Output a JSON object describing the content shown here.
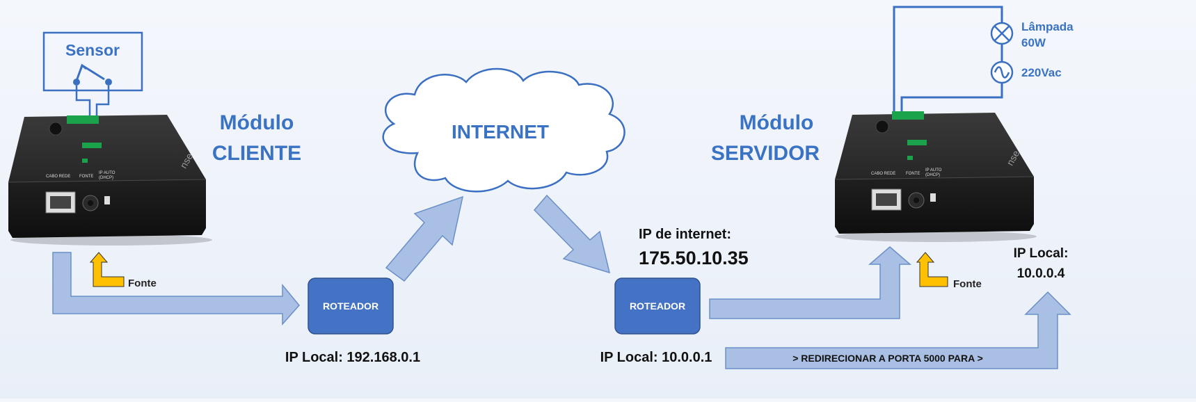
{
  "sensor": {
    "label": "Sensor"
  },
  "client_module": {
    "title_line1": "Módulo",
    "title_line2": "CLIENTE",
    "panel_labels": {
      "cabo_rede": "CABO REDE",
      "fonte": "FONTE",
      "ip_auto_1": "IP AUTO",
      "ip_auto_2": "(DHCP)",
      "brand": "nse"
    },
    "power_label": "Fonte"
  },
  "internet": {
    "label": "INTERNET"
  },
  "router_left": {
    "label": "ROTEADOR",
    "ip_label": "IP Local: 192.168.0.1"
  },
  "router_right": {
    "label": "ROTEADOR",
    "ip_label": "IP Local: 10.0.0.1",
    "internet_ip_title": "IP de internet:",
    "internet_ip_value": "175.50.10.35"
  },
  "server_module": {
    "title_line1": "Módulo",
    "title_line2": "SERVIDOR",
    "panel_labels": {
      "cabo_rede": "CABO REDE",
      "fonte": "FONTE",
      "ip_auto_1": "IP AUTO",
      "ip_auto_2": "(DHCP)",
      "brand": "nse"
    },
    "power_label": "Fonte",
    "ip_title": "IP Local:",
    "ip_value": "10.0.0.4"
  },
  "load_circuit": {
    "lamp_line1": "Lâmpada",
    "lamp_line2": "60W",
    "supply_label": "220Vac"
  },
  "port_forward": {
    "text": "> REDIRECIONAR A PORTA 5000 PARA >"
  },
  "colors": {
    "accent_blue": "#3a6fc2",
    "text_blue": "#3a72c4",
    "router_fill": "#4472c4",
    "arrow_fill": "#a9c0e4",
    "arrow_stroke": "#6a8fc8",
    "power_arrow": "#ffc000",
    "device_dark": "#1e1e1e",
    "terminal_green": "#1aa34a"
  }
}
